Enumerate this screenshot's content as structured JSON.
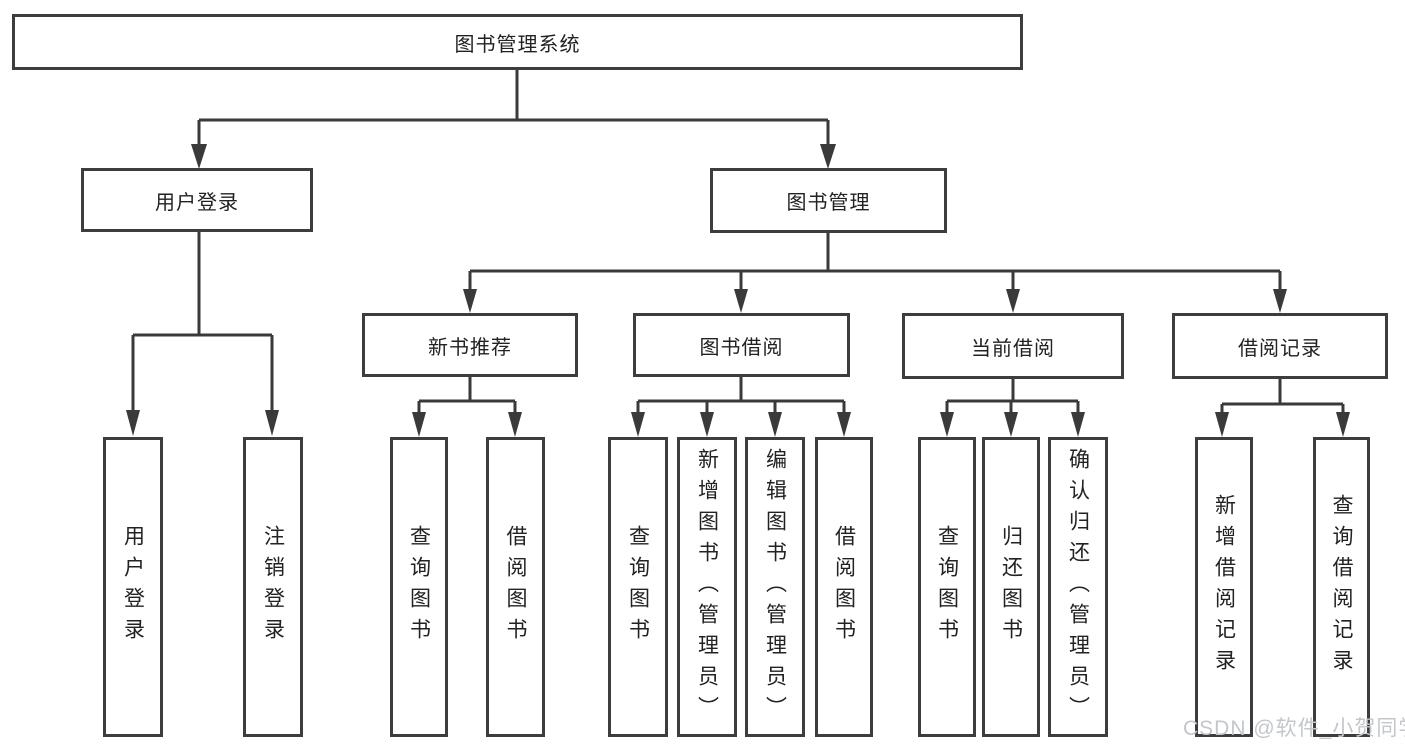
{
  "diagram": {
    "title": "图书管理系统",
    "root": {
      "label": "图书管理系统"
    },
    "level2": [
      {
        "id": "user-login",
        "label": "用户登录",
        "parent": "图书管理系统"
      },
      {
        "id": "book-management",
        "label": "图书管理",
        "parent": "图书管理系统"
      }
    ],
    "level3": [
      {
        "id": "new-book-recommend",
        "label": "新书推荐",
        "parent": "图书管理"
      },
      {
        "id": "book-borrowing",
        "label": "图书借阅",
        "parent": "图书管理"
      },
      {
        "id": "current-borrowing",
        "label": "当前借阅",
        "parent": "图书管理"
      },
      {
        "id": "borrowing-records",
        "label": "借阅记录",
        "parent": "图书管理"
      }
    ],
    "leaves": [
      {
        "id": "user-login-leaf",
        "label": "用户登录",
        "parent": "用户登录"
      },
      {
        "id": "logout-leaf",
        "label": "注销登录",
        "parent": "用户登录"
      },
      {
        "id": "query-books-rec",
        "label": "查询图书",
        "parent": "新书推荐"
      },
      {
        "id": "borrow-books-rec",
        "label": "借阅图书",
        "parent": "新书推荐"
      },
      {
        "id": "query-books-borrow",
        "label": "查询图书",
        "parent": "图书借阅"
      },
      {
        "id": "add-books-admin",
        "label": "新增图书（管理员）",
        "parent": "图书借阅"
      },
      {
        "id": "edit-books-admin",
        "label": "编辑图书（管理员）",
        "parent": "图书借阅"
      },
      {
        "id": "borrow-books-borrow",
        "label": "借阅图书",
        "parent": "图书借阅"
      },
      {
        "id": "query-books-current",
        "label": "查询图书",
        "parent": "当前借阅"
      },
      {
        "id": "return-books",
        "label": "归还图书",
        "parent": "当前借阅"
      },
      {
        "id": "confirm-return-admin",
        "label": "确认归还（管理员）",
        "parent": "当前借阅"
      },
      {
        "id": "add-borrow-record",
        "label": "新增借阅记录",
        "parent": "借阅记录"
      },
      {
        "id": "query-borrow-record",
        "label": "查询借阅记录",
        "parent": "借阅记录"
      }
    ],
    "watermark": "CSDN @软件_小贺同学",
    "colors": {
      "line": "#3a3a3a",
      "border": "#3d3d3d",
      "text": "#222222",
      "watermark": "#c3c7cb",
      "background": "#ffffff"
    }
  }
}
